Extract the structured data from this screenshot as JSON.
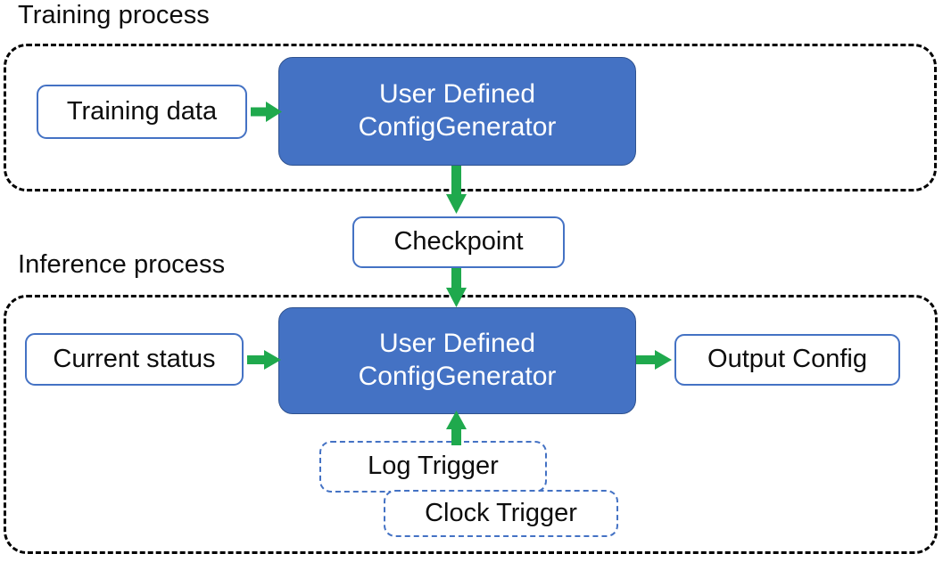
{
  "diagram": {
    "title_visible": false,
    "sections": [
      {
        "key": "training",
        "label": "Training process"
      },
      {
        "key": "inference",
        "label": "Inference process"
      }
    ],
    "nodes": {
      "training_data": {
        "label": "Training data",
        "kind": "plain-box"
      },
      "generator_training": {
        "line1": "User Defined",
        "line2": "ConfigGenerator",
        "kind": "filled-box"
      },
      "checkpoint": {
        "label": "Checkpoint",
        "kind": "plain-box"
      },
      "current_status": {
        "label": "Current status",
        "kind": "plain-box"
      },
      "generator_inference": {
        "line1": "User Defined",
        "line2": "ConfigGenerator",
        "kind": "filled-box"
      },
      "output_config": {
        "label": "Output Config",
        "kind": "plain-box"
      },
      "log_trigger": {
        "label": "Log Trigger",
        "kind": "dashed-box"
      },
      "clock_trigger": {
        "label": "Clock Trigger",
        "kind": "dashed-box"
      }
    },
    "edges": [
      {
        "from": "training_data",
        "to": "generator_training",
        "direction": "right"
      },
      {
        "from": "generator_training",
        "to": "checkpoint",
        "direction": "down"
      },
      {
        "from": "checkpoint",
        "to": "generator_inference",
        "direction": "down"
      },
      {
        "from": "current_status",
        "to": "generator_inference",
        "direction": "right"
      },
      {
        "from": "generator_inference",
        "to": "output_config",
        "direction": "right"
      },
      {
        "from": "log_trigger",
        "to": "generator_inference",
        "direction": "up"
      }
    ],
    "colors": {
      "arrow_green": "#1FA94D",
      "box_fill_blue": "#4472C4",
      "box_border_blue": "#4472C4",
      "box_border_dark_blue": "#2F528F",
      "group_border_black": "#000000",
      "text_dark": "#0D0D0D",
      "text_light": "#FFFFFF",
      "canvas_background": "#FFFFFF"
    }
  }
}
